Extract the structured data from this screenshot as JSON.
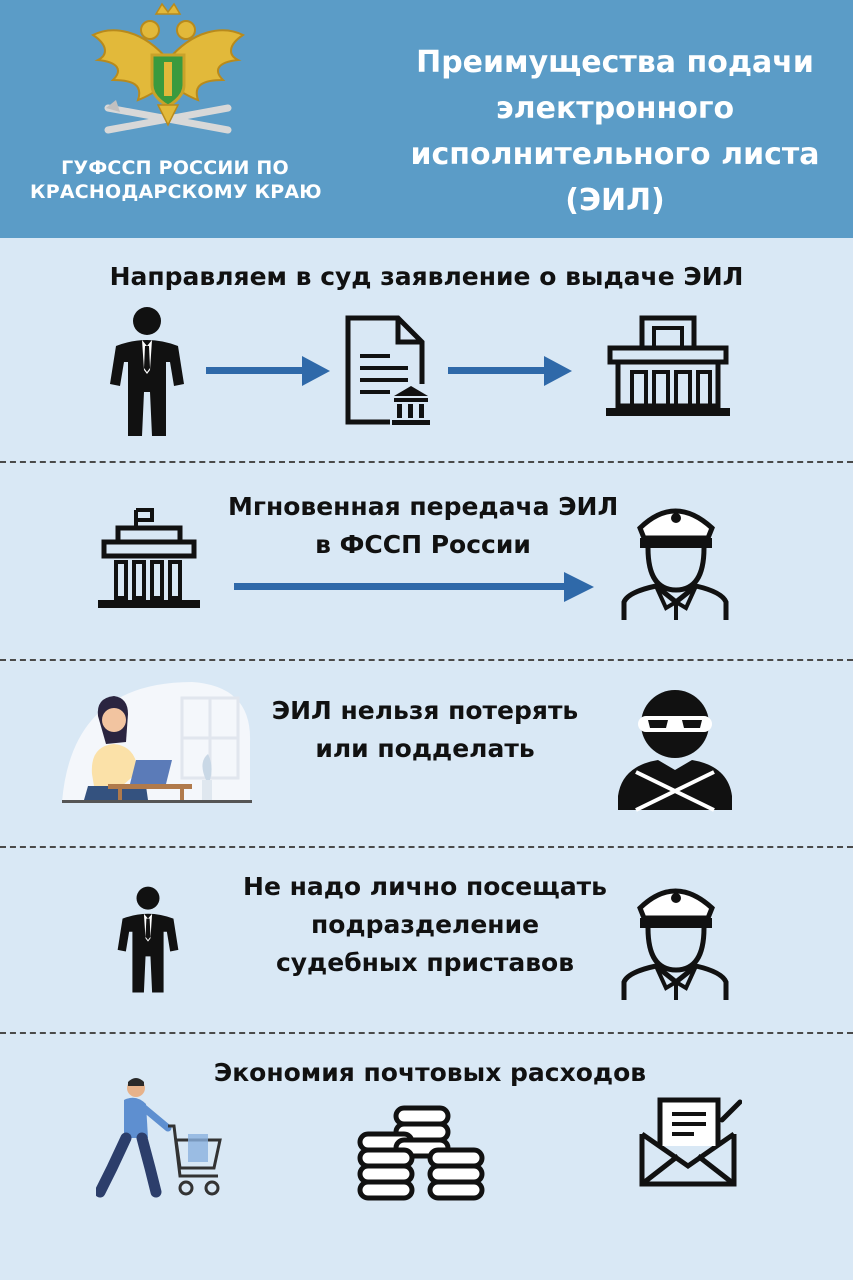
{
  "header": {
    "org_line1": "ГУФССП РОССИИ ПО",
    "org_line2": "КРАСНОДАРСКОМУ КРАЮ",
    "title_line1": "Преимущества подачи",
    "title_line2": "электронного",
    "title_line3": "исполнительного листа",
    "title_line4": "(ЭИЛ)",
    "emblem_icon": "double-headed-eagle-emblem-icon"
  },
  "sections": [
    {
      "caption_lines": [
        "Направляем в суд заявление о выдаче ЭИЛ"
      ],
      "icons": [
        "businessman-icon",
        "arrow-right-icon",
        "document-court-icon",
        "arrow-right-icon",
        "court-building-icon"
      ]
    },
    {
      "caption_lines": [
        "Мгновенная передача ЭИЛ",
        "в ФССП России"
      ],
      "icons": [
        "court-building-icon",
        "arrow-right-icon",
        "bailiff-officer-icon"
      ]
    },
    {
      "caption_lines": [
        "ЭИЛ нельзя потерять",
        "или подделать"
      ],
      "icons": [
        "woman-at-laptop-icon",
        "masked-thief-icon"
      ]
    },
    {
      "caption_lines": [
        "Не надо лично посещать",
        "подразделение",
        "судебных приставов"
      ],
      "icons": [
        "businessman-icon",
        "bailiff-officer-icon"
      ]
    },
    {
      "caption_lines": [
        "Экономия почтовых расходов"
      ],
      "icons": [
        "man-with-shopping-cart-icon",
        "coin-stacks-icon",
        "envelope-letter-icon"
      ]
    }
  ],
  "colors": {
    "header_bg": "#5b9cc7",
    "page_bg": "#d9e8f5",
    "arrow": "#2f69a9",
    "icon": "#111111"
  }
}
